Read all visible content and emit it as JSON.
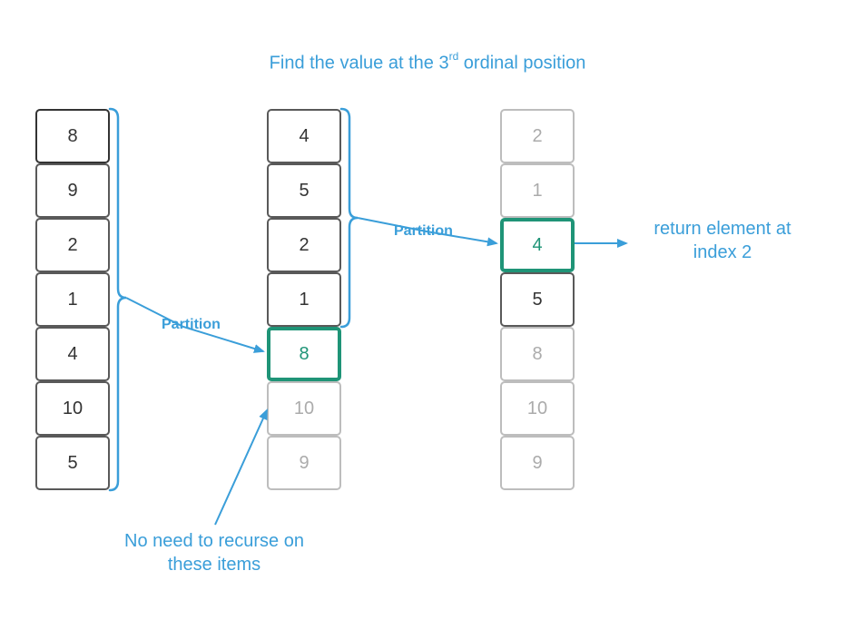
{
  "title": {
    "prefix": "Find the value at the 3",
    "superscript": "rd",
    "suffix": " ordinal position"
  },
  "columns": [
    {
      "cells": [
        {
          "value": "8",
          "state": "dark"
        },
        {
          "value": "9",
          "state": "normal"
        },
        {
          "value": "2",
          "state": "normal"
        },
        {
          "value": "1",
          "state": "normal"
        },
        {
          "value": "4",
          "state": "normal"
        },
        {
          "value": "10",
          "state": "normal"
        },
        {
          "value": "5",
          "state": "normal"
        }
      ]
    },
    {
      "cells": [
        {
          "value": "4",
          "state": "normal"
        },
        {
          "value": "5",
          "state": "normal"
        },
        {
          "value": "2",
          "state": "normal"
        },
        {
          "value": "1",
          "state": "normal"
        },
        {
          "value": "8",
          "state": "pivot"
        },
        {
          "value": "10",
          "state": "faded"
        },
        {
          "value": "9",
          "state": "faded"
        }
      ]
    },
    {
      "cells": [
        {
          "value": "2",
          "state": "faded"
        },
        {
          "value": "1",
          "state": "faded"
        },
        {
          "value": "4",
          "state": "pivot"
        },
        {
          "value": "5",
          "state": "normal"
        },
        {
          "value": "8",
          "state": "faded"
        },
        {
          "value": "10",
          "state": "faded"
        },
        {
          "value": "9",
          "state": "faded"
        }
      ]
    }
  ],
  "labels": {
    "partition_1": "Partition",
    "partition_2": "Partition",
    "return_line1": "return element at",
    "return_line2": "index 2",
    "no_recurse_line1": "No need to recurse on",
    "no_recurse_line2": "these items"
  },
  "colors": {
    "accent": "#3a9ed9",
    "pivot": "#1f9477",
    "border": "#595959",
    "faded": "#bdbdbd"
  }
}
